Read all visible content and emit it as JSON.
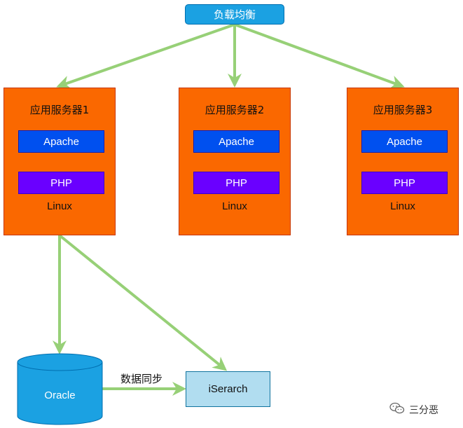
{
  "diagram": {
    "load_balancer": {
      "label": "负载均衡"
    },
    "servers": [
      {
        "title": "应用服务器1",
        "web": "Apache",
        "lang": "PHP",
        "os": "Linux"
      },
      {
        "title": "应用服务器2",
        "web": "Apache",
        "lang": "PHP",
        "os": "Linux"
      },
      {
        "title": "应用服务器3",
        "web": "Apache",
        "lang": "PHP",
        "os": "Linux"
      }
    ],
    "database": {
      "label": "Oracle"
    },
    "search": {
      "label": "iSerarch"
    },
    "sync_label": "数据同步"
  },
  "watermark": {
    "text": "三分恶"
  },
  "colors": {
    "edge": "#97d077",
    "lb_fill": "#1ba1e2",
    "server_fill": "#fa6800",
    "apache_fill": "#0050ef",
    "php_fill": "#6a00ff",
    "db_fill": "#1ba1e2",
    "search_fill": "#b1ddf0"
  }
}
